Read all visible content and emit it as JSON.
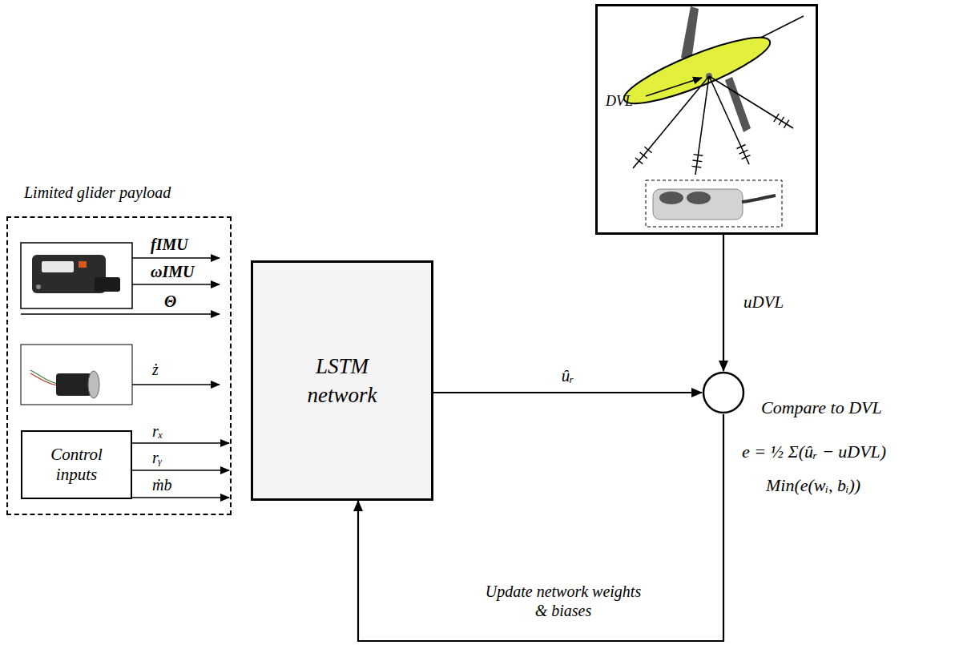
{
  "diagram": {
    "nodes": [
      {
        "text": [
          "Limited glider payload"
        ]
      },
      {
        "text": [
          "Control inputs"
        ],
        "in": 0
      },
      {
        "text": [
          "LSTM network"
        ]
      },
      {
        "text": [
          "DVL"
        ]
      },
      {
        "text": [
          "Compare to DVL",
          "e = ½ Σ(ûᵣ − uDVL)",
          "Min(e(wᵢ, bᵢ))"
        ]
      }
    ],
    "edges": [
      {
        "from": 2,
        "to": 4,
        "arrow": "to",
        "label": "ûᵣ"
      },
      {
        "from": 3,
        "to": 4,
        "arrow": "to",
        "label": "uDVL"
      },
      {
        "from": 4,
        "to": 2,
        "arrow": "to",
        "label": "Update network weights & biases"
      }
    ],
    "labels": [
      "fIMU",
      "ωIMU",
      "Θ",
      "ż",
      "rₓ",
      "rᵧ",
      "ṁb"
    ]
  }
}
